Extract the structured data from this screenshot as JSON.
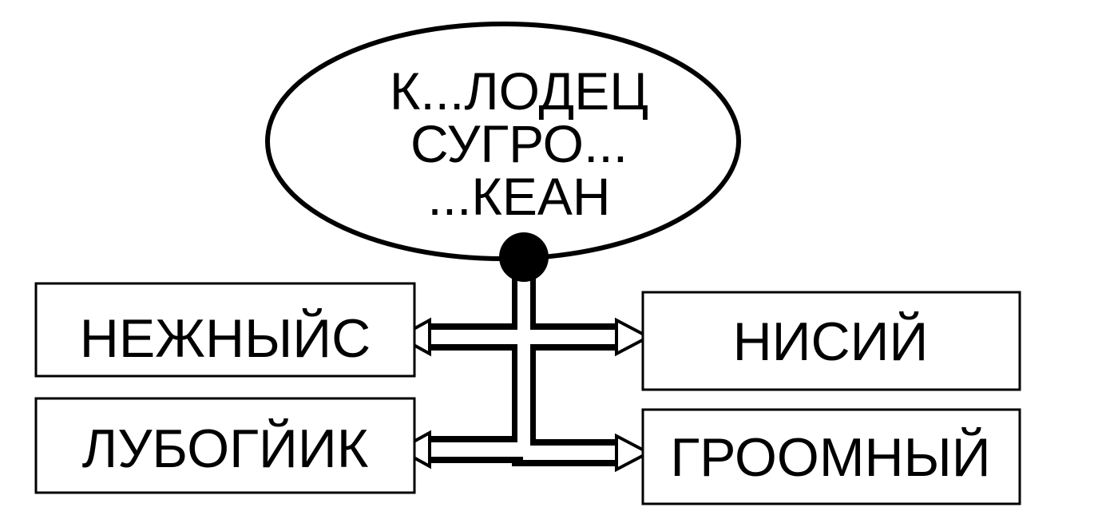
{
  "center": {
    "lines": [
      "К...ЛОДЕЦ",
      "СУГРО...",
      "...КЕАН"
    ]
  },
  "boxes": {
    "top_left": "НЕЖНЫЙС",
    "bottom_left": "ЛУБОГЙИК",
    "top_right": "НИСИЙ",
    "bottom_right": "ГРООМНЫЙ"
  },
  "colors": {
    "stroke": "#000000",
    "fill": "#ffffff"
  }
}
